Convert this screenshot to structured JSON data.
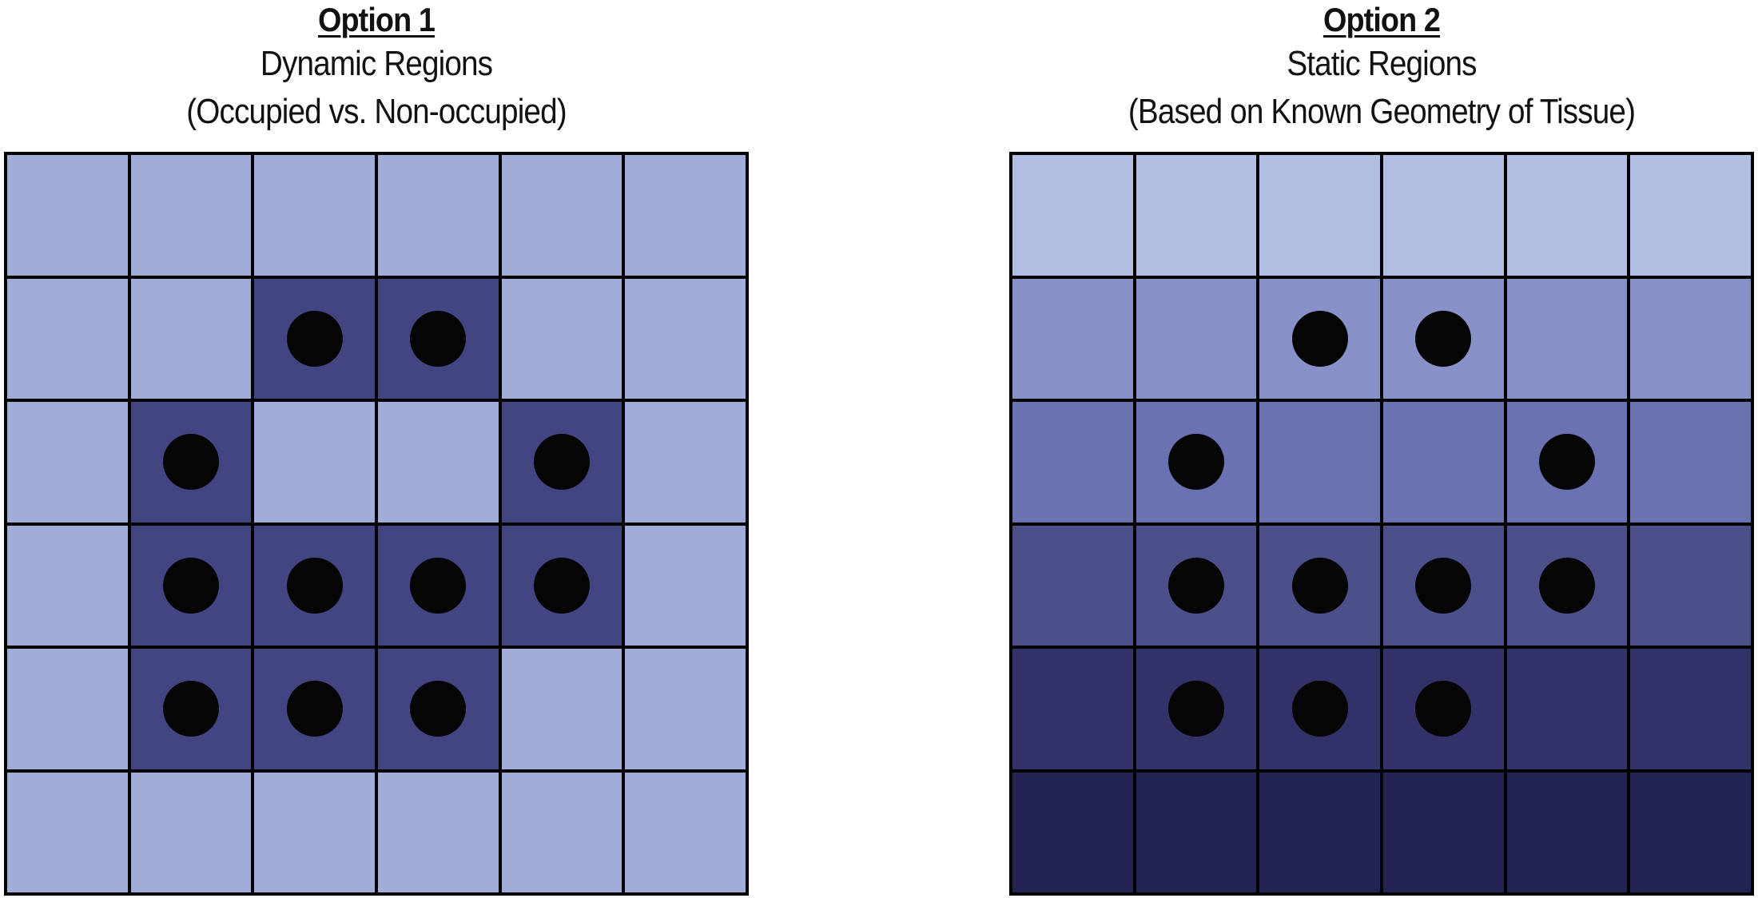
{
  "colors": {
    "option1_empty": "#A0ADD9",
    "option1_occupied": "#434582",
    "option2_rows": [
      "#B1BFE2",
      "#8892C8",
      "#6A72B2",
      "#4B508B",
      "#323168",
      "#232353"
    ],
    "dot": "#050505",
    "grid_line": "#000000"
  },
  "panels": [
    {
      "title": "Option 1",
      "subtitle": "Dynamic Regions",
      "caption": "(Occupied vs. Non-occupied)",
      "mode": "dynamic",
      "rows": 6,
      "cols": 6,
      "dots": [
        [
          0,
          0,
          0,
          0,
          0,
          0
        ],
        [
          0,
          0,
          1,
          1,
          0,
          0
        ],
        [
          0,
          1,
          0,
          0,
          1,
          0
        ],
        [
          0,
          1,
          1,
          1,
          1,
          0
        ],
        [
          0,
          1,
          1,
          1,
          0,
          0
        ],
        [
          0,
          0,
          0,
          0,
          0,
          0
        ]
      ]
    },
    {
      "title": "Option 2",
      "subtitle": "Static Regions",
      "caption": "(Based on Known Geometry of Tissue)",
      "mode": "static",
      "rows": 6,
      "cols": 6,
      "dots": [
        [
          0,
          0,
          0,
          0,
          0,
          0
        ],
        [
          0,
          0,
          1,
          1,
          0,
          0
        ],
        [
          0,
          1,
          0,
          0,
          1,
          0
        ],
        [
          0,
          1,
          1,
          1,
          1,
          0
        ],
        [
          0,
          1,
          1,
          1,
          0,
          0
        ],
        [
          0,
          0,
          0,
          0,
          0,
          0
        ]
      ]
    }
  ]
}
